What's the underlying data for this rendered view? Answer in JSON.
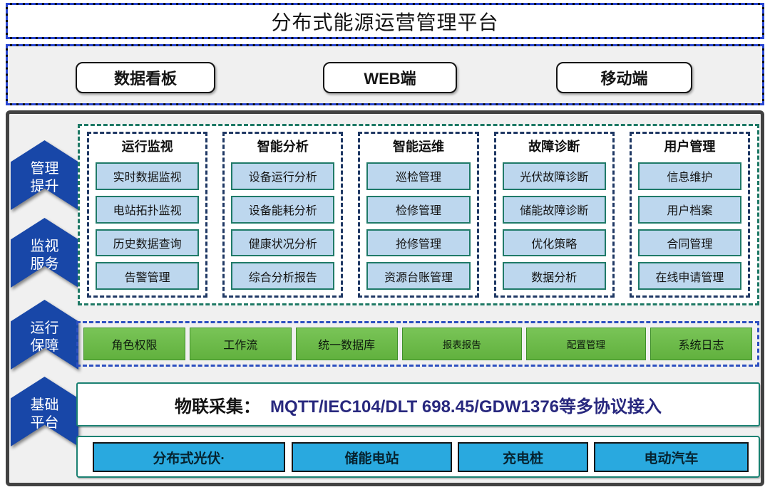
{
  "title": "分布式能源运营管理平台",
  "access_layer": {
    "items": [
      "数据看板",
      "WEB端",
      "移动端"
    ]
  },
  "side_ribbons": [
    {
      "line1": "管理",
      "line2": "提升"
    },
    {
      "line1": "监视",
      "line2": "服务"
    },
    {
      "line1": "运行",
      "line2": "保障"
    },
    {
      "line1": "基础",
      "line2": "平台"
    }
  ],
  "modules": {
    "columns": [
      {
        "header": "运行监视",
        "items": [
          "实时数据监视",
          "电站拓扑监视",
          "历史数据查询",
          "告警管理"
        ]
      },
      {
        "header": "智能分析",
        "items": [
          "设备运行分析",
          "设备能耗分析",
          "健康状况分析",
          "综合分析报告"
        ]
      },
      {
        "header": "智能运维",
        "items": [
          "巡检管理",
          "检修管理",
          "抢修管理",
          "资源台账管理"
        ]
      },
      {
        "header": "故障诊断",
        "items": [
          "光伏故障诊断",
          "储能故障诊断",
          "优化策略",
          "数据分析"
        ]
      },
      {
        "header": "用户管理",
        "items": [
          "信息维护",
          "用户档案",
          "合同管理",
          "在线申请管理"
        ]
      }
    ]
  },
  "support_layer": {
    "items": [
      "角色权限",
      "工作流",
      "统一数据库",
      "报表报告",
      "配置管理",
      "系统日志"
    ]
  },
  "iot_layer": {
    "label": "物联采集：",
    "protocols": "MQTT/IEC104/DLT 698.45/GDW1376等多协议接入"
  },
  "device_layer": {
    "items": [
      "分布式光伏·",
      "储能电站",
      "充电桩",
      "电动汽车"
    ]
  },
  "colors": {
    "ribbon_blue": "#1847A8",
    "selection_dash_blue": "#2946D2",
    "module_dash_navy": "#1F3864",
    "container_dash_teal": "#1E7965",
    "item_fill_blue": "#BDD7EE",
    "item_border_teal": "#1F7A68",
    "support_green": "#6ABB45",
    "support_dash_blue": "#2C4FC0",
    "device_cyan": "#29A9DF",
    "protocol_text_navy": "#28287E",
    "frame_gray": "#424242"
  }
}
